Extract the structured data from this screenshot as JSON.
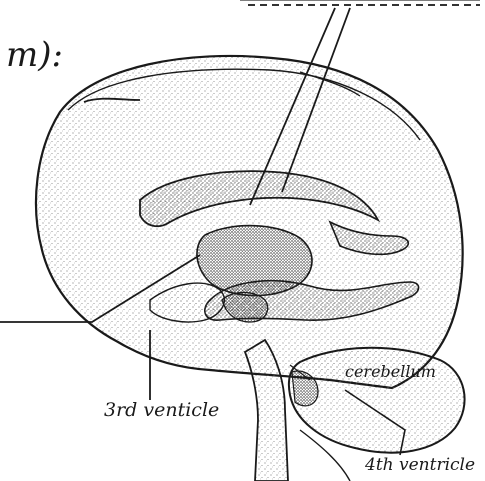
{
  "header_fragment": "m):",
  "labels": {
    "third_ventricle": "3rd venticle",
    "fourth_ventricle": "4th ventricle",
    "cerebellum": "cerebellum"
  },
  "colors": {
    "ink": "#1a1a1a",
    "paper": "#ffffff",
    "stipple": "#3a3a3a"
  }
}
